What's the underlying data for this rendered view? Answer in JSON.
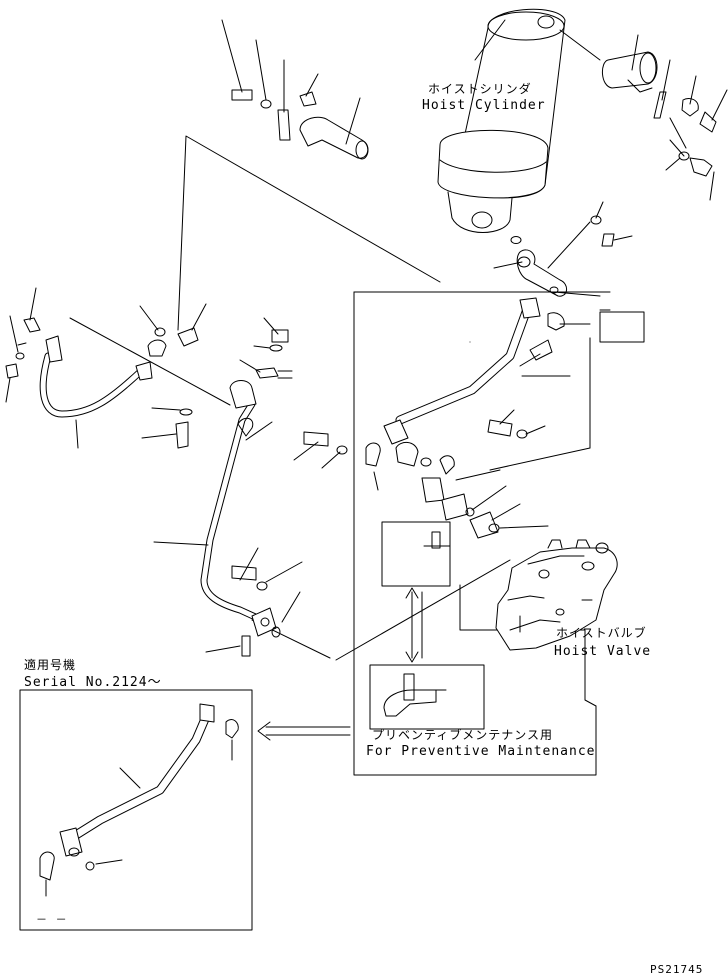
{
  "labels": {
    "hoist_cylinder_jp": "ホイストシリンダ",
    "hoist_cylinder_en": "Hoist Cylinder",
    "hoist_valve_jp": "ホイストバルブ",
    "hoist_valve_en": "Hoist Valve",
    "applicable_jp": "適用号機",
    "serial": "Serial No.2124～",
    "preventive_jp": "プリベンティブメンテナンス用",
    "preventive_en": "For Preventive Maintenance",
    "sheet_code": "PS21745",
    "dash_mark": "－ －"
  },
  "colors": {
    "line": "#000000",
    "background": "#ffffff"
  }
}
